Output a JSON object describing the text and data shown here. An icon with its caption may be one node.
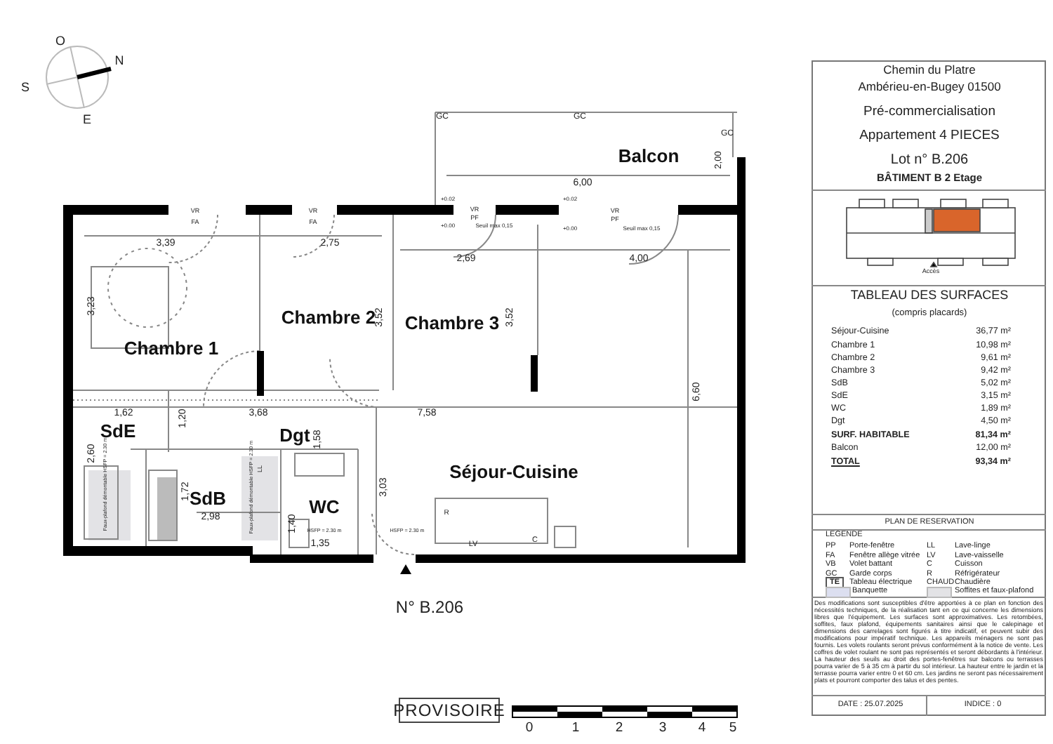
{
  "diagram": {
    "nodes": [
      {
        "text": [
          "Balcon"
        ]
      },
      {
        "text": [
          "Chambre 1"
        ]
      },
      {
        "text": [
          "Chambre 2"
        ]
      },
      {
        "text": [
          "Chambre 3"
        ]
      },
      {
        "text": [
          "SdE"
        ]
      },
      {
        "text": [
          "Dgt"
        ]
      },
      {
        "text": [
          "SdB"
        ]
      },
      {
        "text": [
          "WC"
        ]
      },
      {
        "text": [
          "Séjour-Cuisine"
        ]
      }
    ],
    "labels": [
      "O",
      "N",
      "S",
      "E",
      "GC",
      "GC",
      "GC",
      "2,00",
      "6,00",
      "+0.02",
      "VR",
      "PF",
      "+0.00",
      "Seuil max 0,15",
      "+0.02",
      "VR",
      "PF",
      "+0.00",
      "Seuil max 0,15",
      "VR",
      "FA",
      "VR",
      "FA",
      "3,39",
      "2,75",
      "2,69",
      "4,00",
      "3,23",
      "3,52",
      "3,52",
      "6,60",
      "1,62",
      "1,20",
      "3,68",
      "7,58",
      "2,60",
      "1,58",
      "1,72",
      "2,98",
      "3,03",
      "1,40",
      "1,35",
      "Faux-plafond démontable HSFP = 2.30 m",
      "Faux-plafond démontable HSFP = 2.30 m",
      "HSFP = 2.30 m",
      "HSFP = 2.30 m",
      "LL",
      "R",
      "LV",
      "C",
      "N° B.206",
      "PROVISOIRE",
      "0",
      "1",
      "2",
      "3",
      "4",
      "5",
      "Chemin du Platre",
      "Ambérieu-en-Bugey 01500",
      "Pré-commercialisation",
      "Appartement 4 PIECES",
      "Lot n° B.206",
      "BÂTIMENT B 2 Etage",
      "Accès",
      "TABLEAU DES SURFACES",
      "(compris placards)",
      "Séjour-Cuisine",
      "36,77 m²",
      "Chambre 1",
      "10,98 m²",
      "Chambre 2",
      "9,61 m²",
      "Chambre 3",
      "9,42 m²",
      "SdB",
      "5,02 m²",
      "SdE",
      "3,15 m²",
      "WC",
      "1,89 m²",
      "Dgt",
      "4,50 m²",
      "SURF. HABITABLE",
      "81,34 m²",
      "Balcon",
      "12,00 m²",
      "TOTAL",
      "93,34 m²",
      "PLAN DE RESERVATION",
      "LEGENDE",
      "PP",
      "Porte-fenêtre",
      "LL",
      "Lave-linge",
      "FA",
      "Fenêtre allège vitrée",
      "LV",
      "Lave-vaisselle",
      "VB",
      "Volet battant",
      "C",
      "Cuisson",
      "GC",
      "Garde corps",
      "R",
      "Réfrigérateur",
      "TE",
      "Tableau électrique",
      "CHAUD",
      "Chaudière",
      "Des modifications sont susceptibles d'être apportées à ce plan en fonction des nécessités techniques, de la réalisation tant en ce qui concerne les dimensions libres que l'équipement. Les surfaces sont approximatives. Les retombées, soffites, faux plafond, équipements sanitaires ainsi que le calepinage et dimensions des carrelages sont figurés à titre indicatif, et peuvent subir des modifications pour impératif technique. Les appareils ménagers ne sont pas fournis. Les volets roulants seront prévus conformément à la notice de vente. Les coffres de volet roulant ne sont pas représentés et seront débordants à l'intérieur. La hauteur des seuils au droit des portes-fenêtres sur balcons ou terrasses pourra varier de 5 à 35 cm à partir du sol intérieur. La hauteur entre le jardin et la terrasse pourra varier entre 0 et 60 cm. Les jardins ne seront pas nécessairement plats et pourront comporter des talus et des pentes.",
      "DATE : 25.07.2025",
      "INDICE : 0"
    ],
    "legend": [
      {
        "text": "Banquette",
        "color": "#dcdff0"
      },
      {
        "text": "Soffites et faux-plafond",
        "color": "#e3e3e6"
      }
    ]
  }
}
